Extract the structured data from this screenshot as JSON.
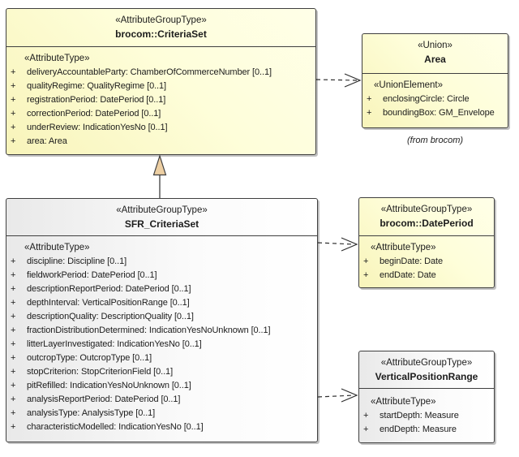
{
  "diagram": {
    "colors": {
      "class_fill_yellow": "#FBF8C6",
      "class_fill_gray": "#F0F0F0",
      "border": "#3F3F3F",
      "generalization_triangle_fill": "#EDCFA3",
      "shadow": "#8C8C8C"
    },
    "boxes": [
      {
        "id": "brocom-criteriaset",
        "stereotype": "«AttributeGroupType»",
        "name": "brocom::CriteriaSet",
        "section_label": "«AttributeType»",
        "attributes": [
          {
            "vis": "+",
            "text": "deliveryAccountableParty: ChamberOfCommerceNumber [0..1]"
          },
          {
            "vis": "+",
            "text": "qualityRegime: QualityRegime [0..1]"
          },
          {
            "vis": "+",
            "text": "registrationPeriod: DatePeriod [0..1]"
          },
          {
            "vis": "+",
            "text": "correctionPeriod: DatePeriod [0..1]"
          },
          {
            "vis": "+",
            "text": "underReview: IndicationYesNo [0..1]"
          },
          {
            "vis": "+",
            "text": "area: Area"
          }
        ]
      },
      {
        "id": "area",
        "stereotype": "«Union»",
        "name": "Area",
        "section_label": "«UnionElement»",
        "attributes": [
          {
            "vis": "+",
            "text": "enclosingCircle: Circle"
          },
          {
            "vis": "+",
            "text": "boundingBox: GM_Envelope"
          }
        ],
        "caption": "(from brocom)"
      },
      {
        "id": "sfr-criteriaset",
        "stereotype": "«AttributeGroupType»",
        "name": "SFR_CriteriaSet",
        "section_label": "«AttributeType»",
        "attributes": [
          {
            "vis": "+",
            "text": "discipline: Discipline [0..1]"
          },
          {
            "vis": "+",
            "text": "fieldworkPeriod: DatePeriod [0..1]"
          },
          {
            "vis": "+",
            "text": "descriptionReportPeriod: DatePeriod [0..1]"
          },
          {
            "vis": "+",
            "text": "depthInterval: VerticalPositionRange [0..1]"
          },
          {
            "vis": "+",
            "text": "descriptionQuality: DescriptionQuality [0..1]"
          },
          {
            "vis": "+",
            "text": "fractionDistributionDetermined: IndicationYesNoUnknown [0..1]"
          },
          {
            "vis": "+",
            "text": "litterLayerInvestigated: IndicationYesNo [0..1]"
          },
          {
            "vis": "+",
            "text": "outcropType: OutcropType [0..1]"
          },
          {
            "vis": "+",
            "text": "stopCriterion: StopCriterionField [0..1]"
          },
          {
            "vis": "+",
            "text": "pitRefilled: IndicationYesNoUnknown [0..1]"
          },
          {
            "vis": "+",
            "text": "analysisReportPeriod: DatePeriod [0..1]"
          },
          {
            "vis": "+",
            "text": "analysisType: AnalysisType [0..1]"
          },
          {
            "vis": "+",
            "text": "characteristicModelled: IndicationYesNo [0..1]"
          }
        ]
      },
      {
        "id": "brocom-dateperiod",
        "stereotype": "«AttributeGroupType»",
        "name": "brocom::DatePeriod",
        "section_label": "«AttributeType»",
        "attributes": [
          {
            "vis": "+",
            "text": "beginDate: Date"
          },
          {
            "vis": "+",
            "text": "endDate: Date"
          }
        ]
      },
      {
        "id": "verticalpositionrange",
        "stereotype": "«AttributeGroupType»",
        "name": "VerticalPositionRange",
        "section_label": "«AttributeType»",
        "attributes": [
          {
            "vis": "+",
            "text": "startDepth: Measure"
          },
          {
            "vis": "+",
            "text": "endDepth: Measure"
          }
        ]
      }
    ]
  }
}
